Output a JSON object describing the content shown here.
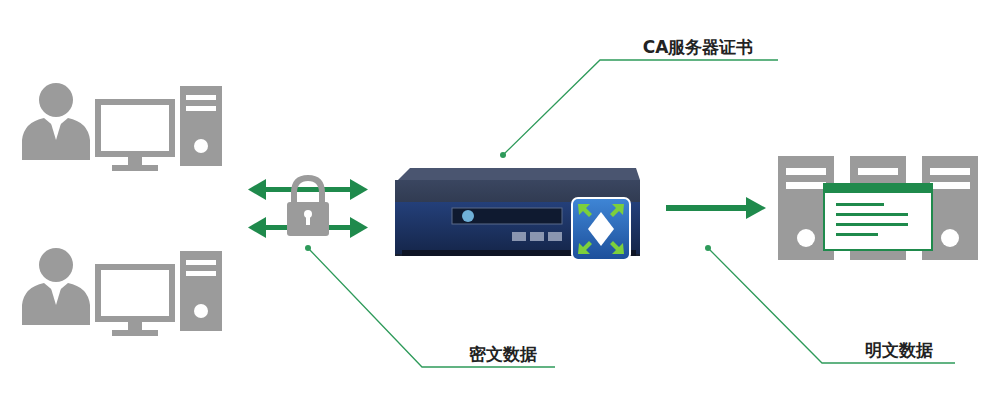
{
  "diagram": {
    "labels": [
      "CA服务器证书",
      "密文数据",
      "明文数据"
    ]
  }
}
